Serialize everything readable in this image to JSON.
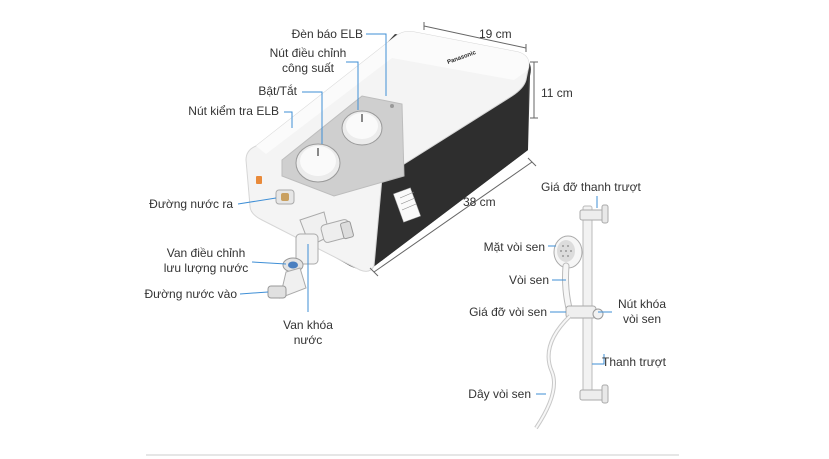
{
  "brand": "Panasonic",
  "heater_labels": {
    "elb_indicator": "Đèn báo ELB",
    "power_knob": [
      "Nút điều chỉnh",
      "công suất"
    ],
    "on_off": "Bật/Tắt",
    "elb_test": "Nút kiểm tra ELB",
    "water_outlet": "Đường nước ra",
    "flow_valve": [
      "Van điều chỉnh",
      "lưu lượng nước"
    ],
    "water_inlet": "Đường nước vào",
    "shutoff_valve": [
      "Van khóa",
      "nước"
    ]
  },
  "dimensions": {
    "width": "19 cm",
    "depth": "11 cm",
    "height": "38 cm"
  },
  "shower_labels": {
    "rail_bracket": "Giá đỡ thanh trượt",
    "shower_face": "Mặt vòi sen",
    "shower_head": "Vòi sen",
    "head_holder": "Giá đỡ vòi sen",
    "lock_button": [
      "Nút khóa",
      "vòi sen"
    ],
    "slide_rail": "Thanh trượt",
    "hose": "Dây vòi sen"
  },
  "colors": {
    "leader": "#3f8fd6",
    "dim_line": "#666666",
    "body_white": "#f4f4f4",
    "body_dark": "#3a3a3a"
  }
}
